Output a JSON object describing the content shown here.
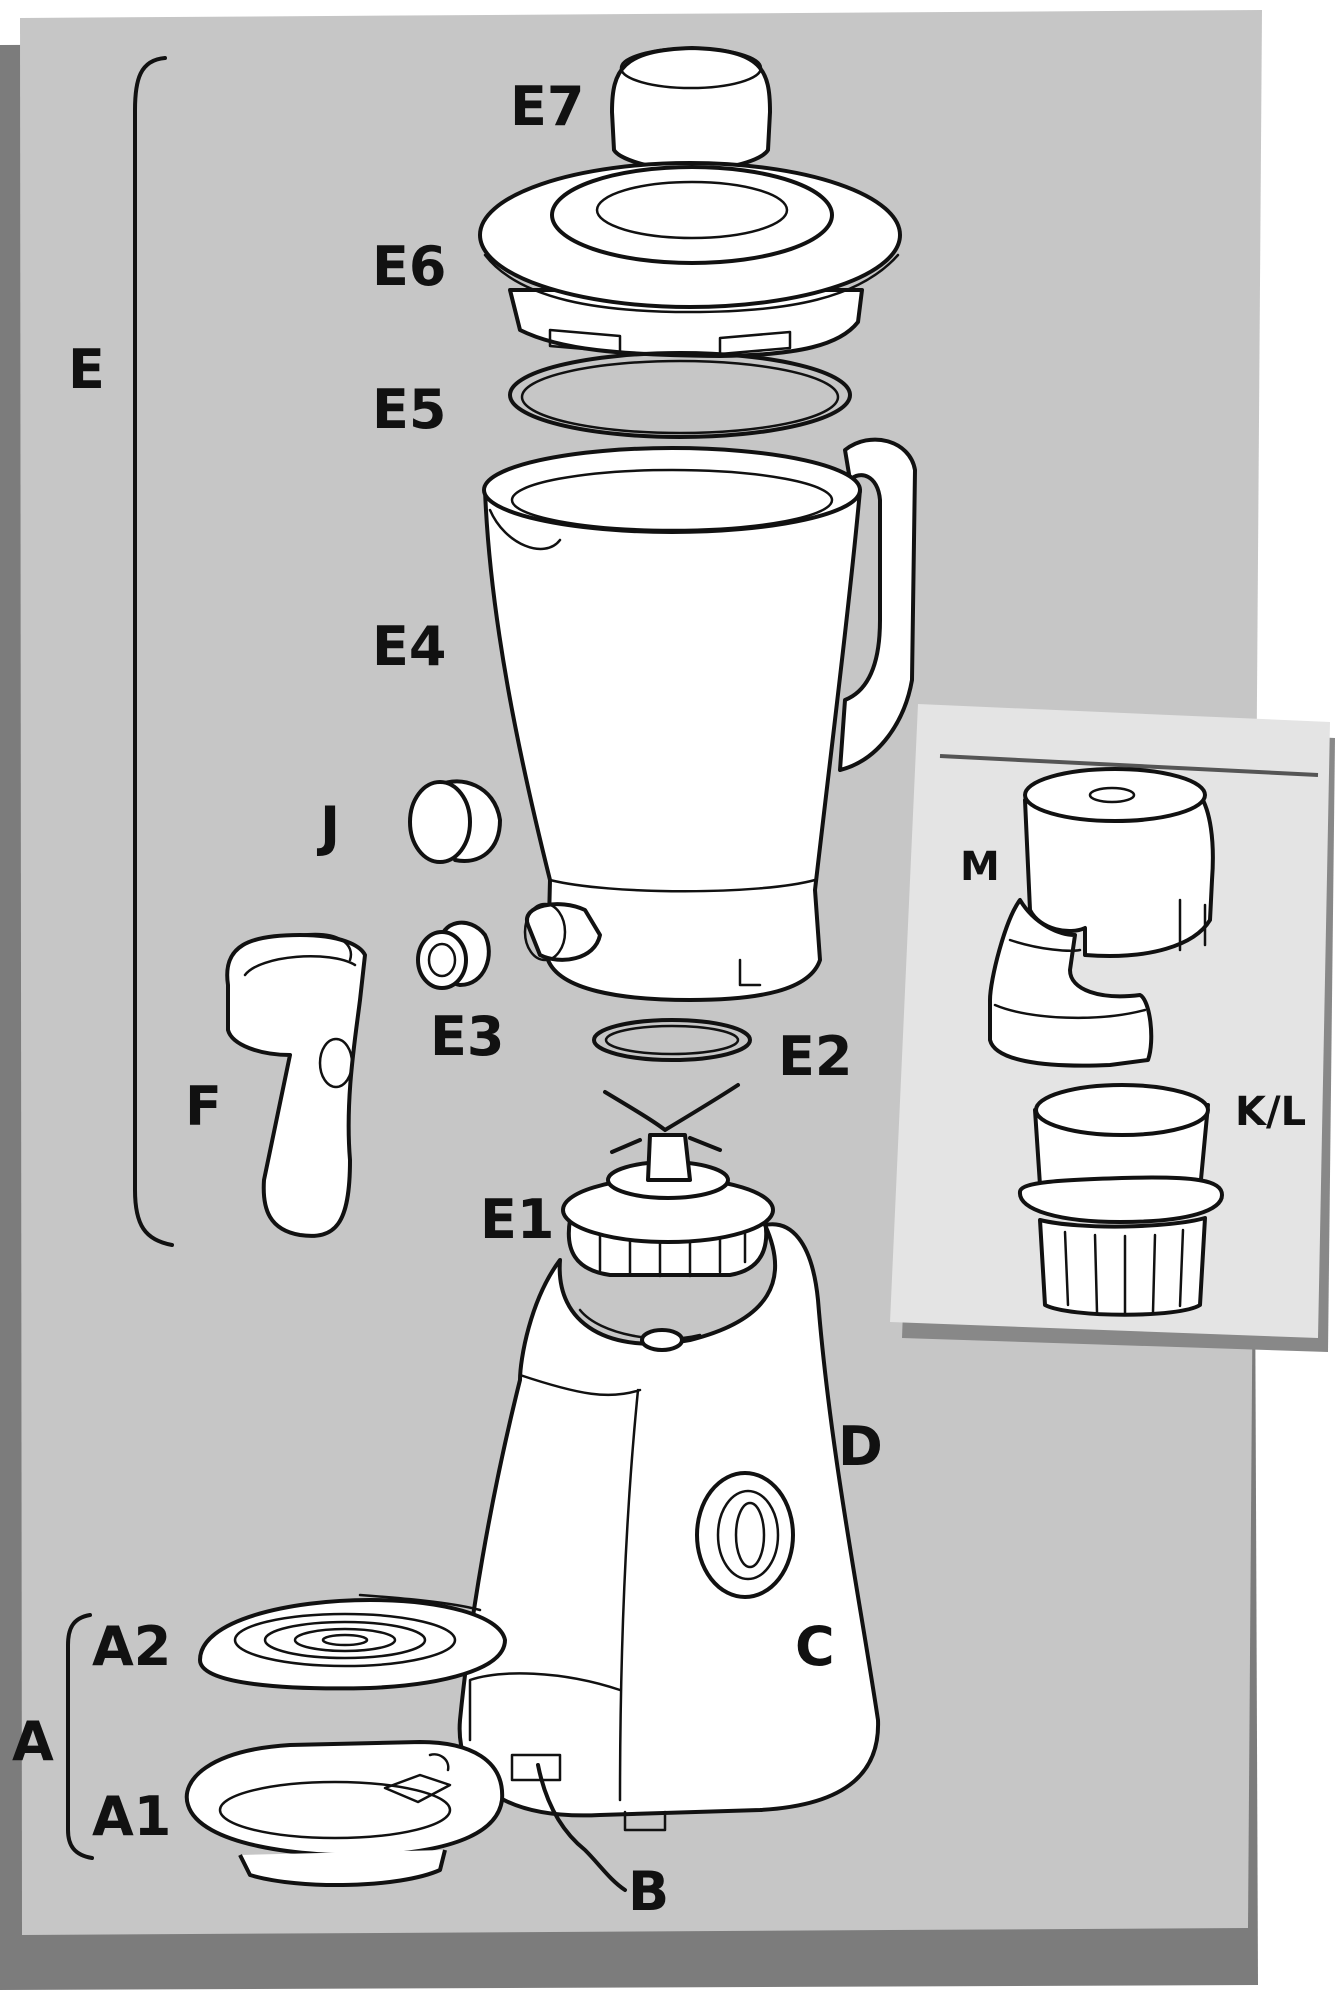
{
  "colors": {
    "panel": "#c6c6c6",
    "panel_shadow": "#7c7c7c",
    "inset": "#e4e4e4",
    "ink": "#111111",
    "part": "#ffffff"
  },
  "labels": {
    "E": "E",
    "E7": "E7",
    "E6": "E6",
    "E5": "E5",
    "E4": "E4",
    "J": "J",
    "E3": "E3",
    "E2": "E2",
    "F": "F",
    "E1": "E1",
    "D": "D",
    "C": "C",
    "A": "A",
    "A2": "A2",
    "A1": "A1",
    "B": "B",
    "M": "M",
    "KL": "K/L"
  }
}
